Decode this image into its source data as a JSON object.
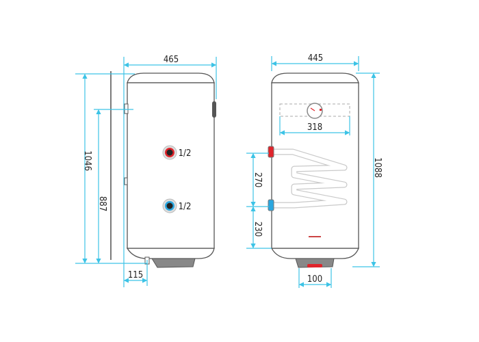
{
  "title": "Water heater dimension drawing",
  "side_view": {
    "width_label": "465",
    "height_total_label": "1046",
    "height_mount_label": "887",
    "wall_offset_label": "115",
    "hot_fitting_label": "1/2",
    "cold_fitting_label": "1/2"
  },
  "front_view": {
    "width_label": "445",
    "gauge_span_label": "318",
    "coil_spacing_label": "270",
    "coil_bottom_label": "230",
    "height_total_label": "1088",
    "bottom_flange_label": "100"
  },
  "colors": {
    "dimension": "#3cc3e6",
    "hot": "#e0242b",
    "cold": "#2aa7e0"
  }
}
